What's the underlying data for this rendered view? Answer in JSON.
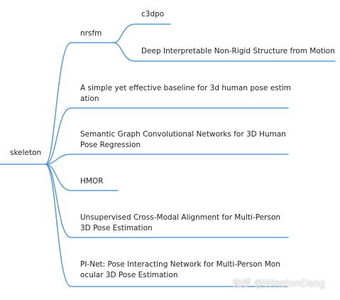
{
  "mindmap": {
    "root": {
      "label": "skeleton"
    },
    "nrsfm": {
      "label": "nrsfm",
      "children": [
        {
          "label": "c3dpo"
        },
        {
          "label": "Deep Interpretable Non-Rigid Structure from Motion"
        }
      ]
    },
    "papers": [
      {
        "lines": [
          "A simple yet effective baseline for 3d human pose estim",
          "ation"
        ]
      },
      {
        "lines": [
          "Semantic Graph Convolutional Networks for 3D Human",
          "Pose Regression"
        ]
      },
      {
        "lines": [
          "HMOR"
        ]
      },
      {
        "lines": [
          "Unsupervised Cross-Modal Alignment for Multi-Person",
          "3D Pose Estimation"
        ]
      },
      {
        "lines": [
          "PI-Net:  Pose Interacting Network for Multi-Person Mon",
          "ocular 3D Pose Estimation"
        ]
      }
    ],
    "line_color": "#5b9bd5"
  },
  "watermark": {
    "text": "知乎 @WinstonDeng"
  }
}
